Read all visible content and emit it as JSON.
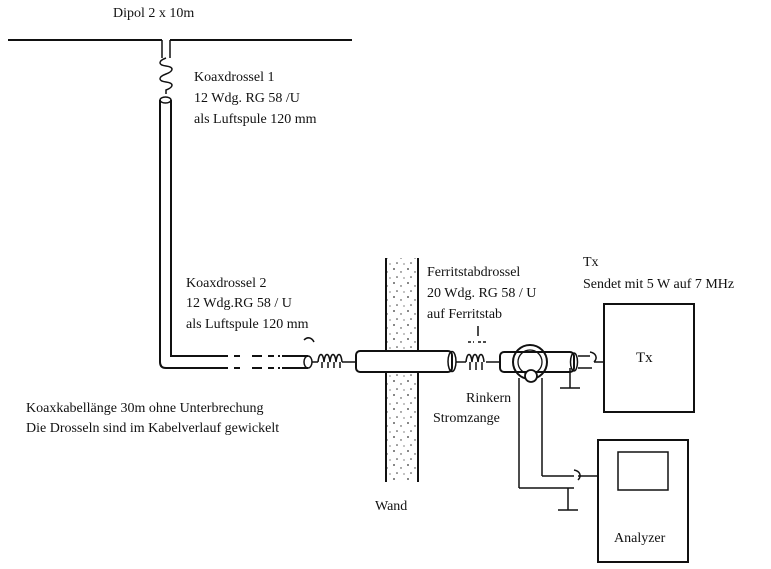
{
  "dipole": {
    "label": "Dipol 2 x 10m"
  },
  "choke1": {
    "title": "Koaxdrossel 1",
    "spec": "12 Wdg. RG 58 /U",
    "form": "als Luftspule   120 mm"
  },
  "choke2": {
    "title": "Koaxdrossel 2",
    "spec": "12 Wdg.RG 58 / U",
    "form": "als Luftspule   120 mm"
  },
  "cable_note": {
    "line1": "Koaxkabellänge 30m ohne Unterbrechung",
    "line2": "Die Drosseln sind im Kabelverlauf gewickelt"
  },
  "ferrite": {
    "title": "Ferritstabdrossel",
    "spec": "20 Wdg. RG 58 / U",
    "form": "auf Ferritstab"
  },
  "clamp": {
    "line1": "Rinkern",
    "line2": "Stromzange"
  },
  "wall": {
    "label": "Wand"
  },
  "tx": {
    "title": "Tx",
    "desc": "Sendet mit 5 W auf 7 MHz",
    "box_label": "Tx"
  },
  "analyzer": {
    "label": "Analyzer"
  }
}
